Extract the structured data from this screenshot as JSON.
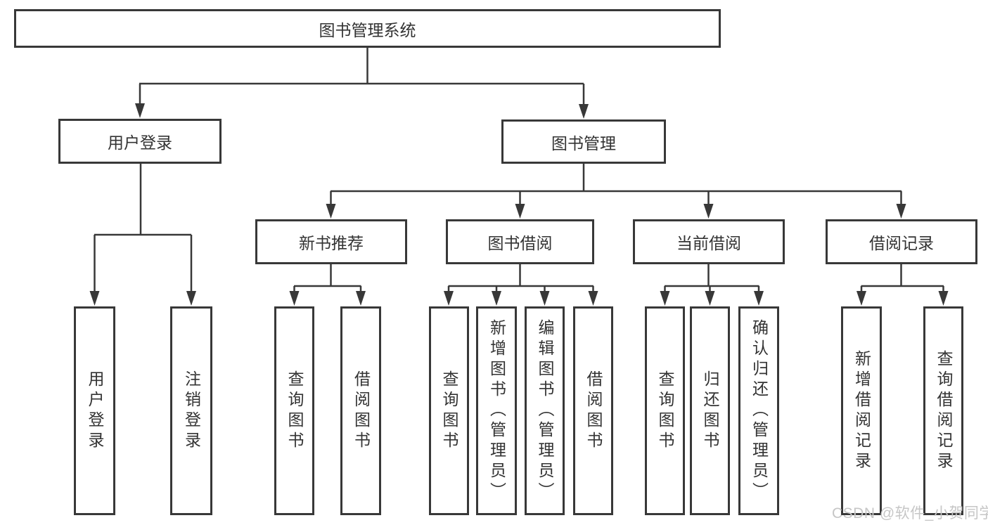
{
  "tree": {
    "root": {
      "label": "图书管理系统",
      "children": [
        {
          "label": "用户登录",
          "children": [
            {
              "label": "用户登录"
            },
            {
              "label": "注销登录"
            }
          ]
        },
        {
          "label": "图书管理",
          "children": [
            {
              "label": "新书推荐",
              "children": [
                {
                  "label": "查询图书"
                },
                {
                  "label": "借阅图书"
                }
              ]
            },
            {
              "label": "图书借阅",
              "children": [
                {
                  "label": "查询图书"
                },
                {
                  "label": "新增图书（管理员）"
                },
                {
                  "label": "编辑图书（管理员）"
                },
                {
                  "label": "借阅图书"
                }
              ]
            },
            {
              "label": "当前借阅",
              "children": [
                {
                  "label": "查询图书"
                },
                {
                  "label": "归还图书"
                },
                {
                  "label": "确认归还（管理员）"
                }
              ]
            },
            {
              "label": "借阅记录",
              "children": [
                {
                  "label": "新增借阅记录"
                },
                {
                  "label": "查询借阅记录"
                }
              ]
            }
          ]
        }
      ]
    }
  },
  "watermark": {
    "text": "CSDN @软件_小贺同学"
  },
  "colors": {
    "line": "#383838",
    "text": "#333333",
    "watermark": "#c6c6c6",
    "background": "#ffffff"
  }
}
